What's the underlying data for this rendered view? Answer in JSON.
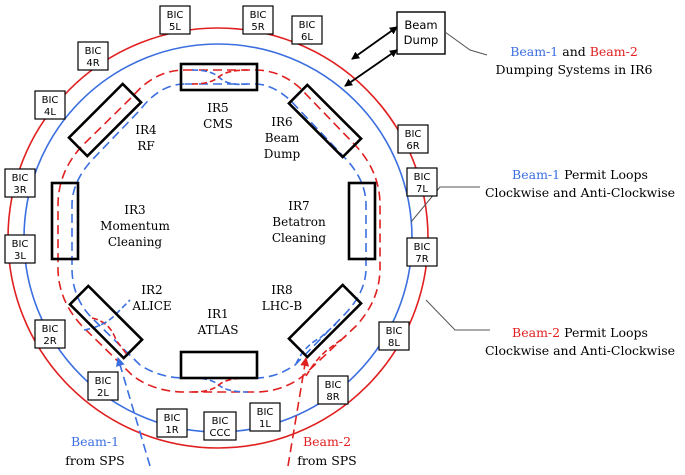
{
  "colors": {
    "beam1": "#3b6fe0",
    "beam2": "#e02020",
    "ink": "#000000"
  },
  "bic_boxes": [
    {
      "id": "5l",
      "top": "BIC",
      "bottom": "5L"
    },
    {
      "id": "5r",
      "top": "BIC",
      "bottom": "5R"
    },
    {
      "id": "6l",
      "top": "BIC",
      "bottom": "6L"
    },
    {
      "id": "4r",
      "top": "BIC",
      "bottom": "4R"
    },
    {
      "id": "4l",
      "top": "BIC",
      "bottom": "4L"
    },
    {
      "id": "6r",
      "top": "BIC",
      "bottom": "6R"
    },
    {
      "id": "7l",
      "top": "BIC",
      "bottom": "7L"
    },
    {
      "id": "3r",
      "top": "BIC",
      "bottom": "3R"
    },
    {
      "id": "3l",
      "top": "BIC",
      "bottom": "3L"
    },
    {
      "id": "7r",
      "top": "BIC",
      "bottom": "7R"
    },
    {
      "id": "2r",
      "top": "BIC",
      "bottom": "2R"
    },
    {
      "id": "8l",
      "top": "BIC",
      "bottom": "8L"
    },
    {
      "id": "2l",
      "top": "BIC",
      "bottom": "2L"
    },
    {
      "id": "8r",
      "top": "BIC",
      "bottom": "8R"
    },
    {
      "id": "1r",
      "top": "BIC",
      "bottom": "1R"
    },
    {
      "id": "ccc",
      "top": "BIC",
      "bottom": "CCC"
    },
    {
      "id": "1l",
      "top": "BIC",
      "bottom": "1L"
    }
  ],
  "ir_labels": [
    {
      "id": "ir5",
      "lines": [
        "IR5",
        "CMS"
      ]
    },
    {
      "id": "ir6",
      "lines": [
        "IR6",
        "Beam",
        "Dump"
      ]
    },
    {
      "id": "ir4",
      "lines": [
        "IR4",
        "RF"
      ]
    },
    {
      "id": "ir3",
      "lines": [
        "IR3",
        "Momentum",
        "Cleaning"
      ]
    },
    {
      "id": "ir7",
      "lines": [
        "IR7",
        "Betatron",
        "Cleaning"
      ]
    },
    {
      "id": "ir2",
      "lines": [
        "IR2",
        "ALICE"
      ]
    },
    {
      "id": "ir8",
      "lines": [
        "IR8",
        "LHC-B"
      ]
    },
    {
      "id": "ir1",
      "lines": [
        "IR1",
        "ATLAS"
      ]
    }
  ],
  "beam_dump": {
    "line1": "Beam",
    "line2": "Dump"
  },
  "annotations": {
    "dumping": {
      "beam1": "Beam-1",
      "and": " and ",
      "beam2": "Beam-2",
      "line2": "Dumping Systems in IR6"
    },
    "beam1_loops": {
      "beam": "Beam-1",
      "rest": " Permit Loops",
      "line2": "Clockwise and Anti-Clockwise"
    },
    "beam2_loops": {
      "beam": "Beam-2",
      "rest": " Permit Loops",
      "line2": "Clockwise and Anti-Clockwise"
    }
  },
  "sources": {
    "beam1": {
      "beam": "Beam-1",
      "line2": "from SPS"
    },
    "beam2": {
      "beam": "Beam-2",
      "line2": "from SPS"
    }
  }
}
